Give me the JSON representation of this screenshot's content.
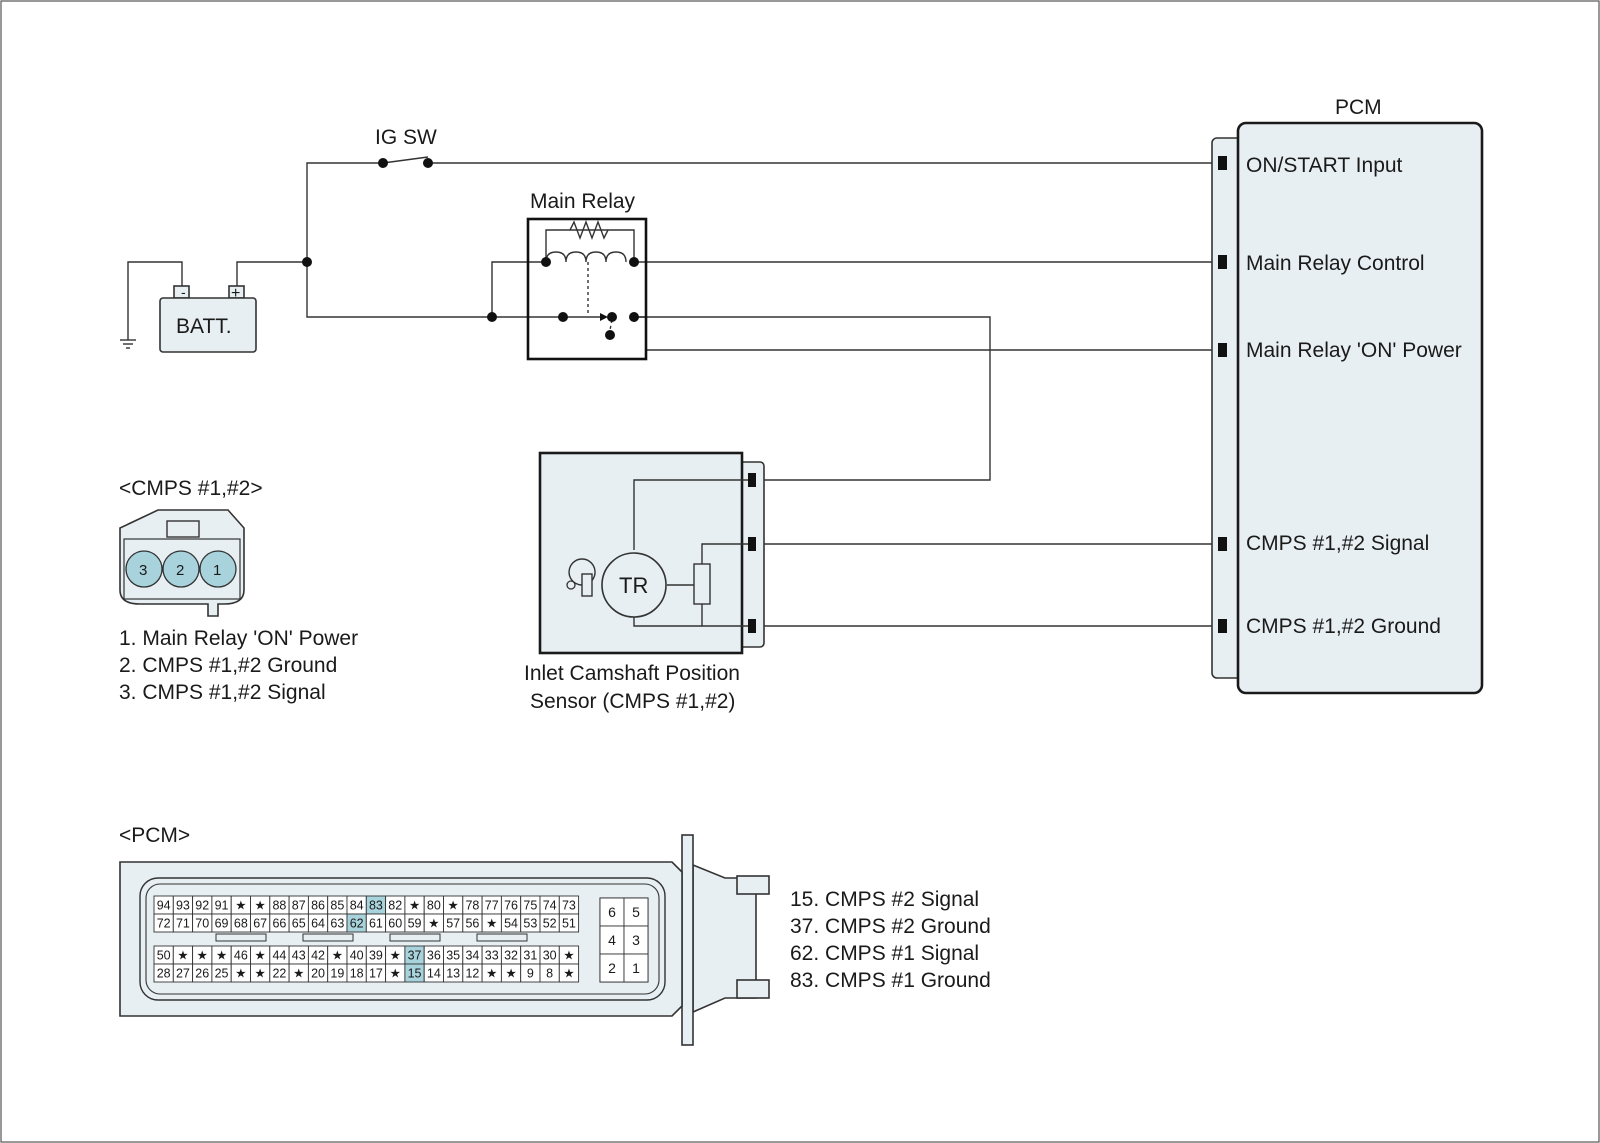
{
  "switch": {
    "label": "IG SW"
  },
  "battery": {
    "label": "BATT.",
    "minus": "-",
    "plus": "+"
  },
  "relay": {
    "label": "Main Relay"
  },
  "pcm_block": {
    "title": "PCM",
    "pins": [
      "ON/START Input",
      "Main Relay Control",
      "Main Relay 'ON' Power",
      "CMPS #1,#2 Signal",
      "CMPS #1,#2 Ground"
    ]
  },
  "sensor": {
    "element": "TR",
    "caption_line1": "Inlet Camshaft Position",
    "caption_line2": "Sensor (CMPS #1,#2)"
  },
  "cmps_connector": {
    "title": "<CMPS #1,#2>",
    "pins": [
      "3",
      "2",
      "1"
    ],
    "pin_color": "#a9d3dc",
    "legend": [
      "1. Main Relay 'ON' Power",
      "2. CMPS #1,#2 Ground",
      "3. CMPS #1,#2 Signal"
    ]
  },
  "pcm_connector": {
    "title": "<PCM>",
    "highlight_color": "#a9d3dc",
    "row1": [
      "94",
      "93",
      "92",
      "91",
      "★",
      "★",
      "88",
      "87",
      "86",
      "85",
      "84",
      "83",
      "82",
      "★",
      "80",
      "★",
      "78",
      "77",
      "76",
      "75",
      "74",
      "73"
    ],
    "row2": [
      "72",
      "71",
      "70",
      "69",
      "68",
      "67",
      "66",
      "65",
      "64",
      "63",
      "62",
      "61",
      "60",
      "59",
      "★",
      "57",
      "56",
      "★",
      "54",
      "53",
      "52",
      "51"
    ],
    "row3": [
      "50",
      "★",
      "★",
      "★",
      "46",
      "★",
      "44",
      "43",
      "42",
      "★",
      "40",
      "39",
      "★",
      "37",
      "36",
      "35",
      "34",
      "33",
      "32",
      "31",
      "30",
      "★"
    ],
    "row4": [
      "28",
      "27",
      "26",
      "25",
      "★",
      "★",
      "22",
      "★",
      "20",
      "19",
      "18",
      "17",
      "★",
      "15",
      "14",
      "13",
      "12",
      "★",
      "★",
      "9",
      "8",
      "★"
    ],
    "highlighted": [
      "83",
      "62",
      "37",
      "15"
    ],
    "small_block": [
      "6",
      "5",
      "4",
      "3",
      "2",
      "1"
    ],
    "legend": [
      "15. CMPS #2 Signal",
      "37. CMPS #2 Ground",
      "62. CMPS #1 Signal",
      "83. CMPS #1 Ground"
    ]
  }
}
